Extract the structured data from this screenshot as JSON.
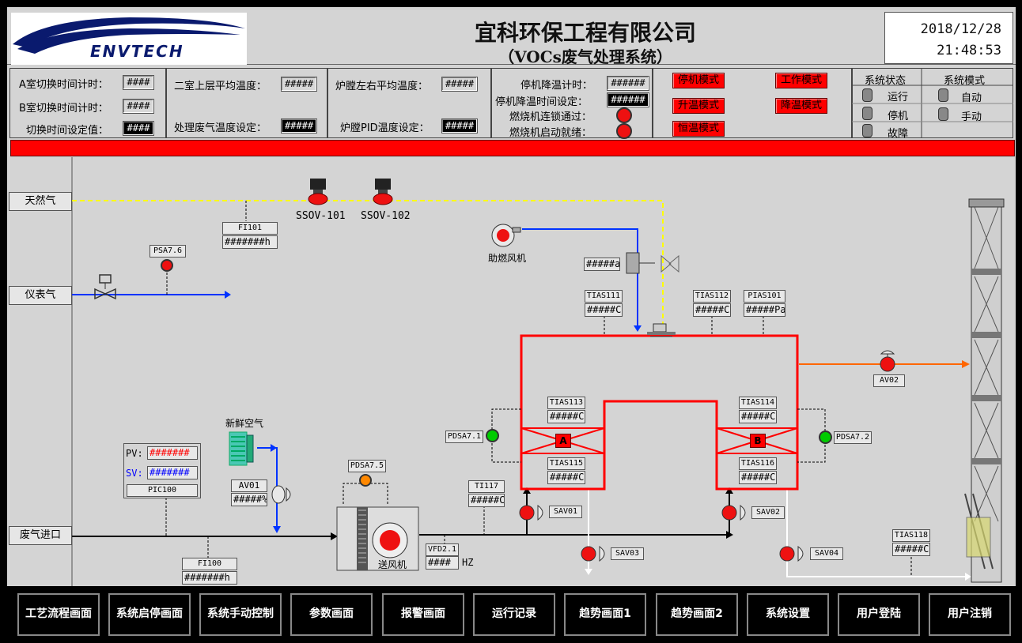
{
  "header": {
    "logo_text": "ENVTECH",
    "title": "宜科环保工程有限公司",
    "subtitle": "（VOCs废气处理系统）",
    "date": "2018/12/28",
    "time": "21:48:53"
  },
  "status": {
    "a_switch_timer_label": "A室切换时间计时：",
    "a_switch_timer": "####",
    "b_switch_timer_label": "B室切换时间计时：",
    "b_switch_timer": "####",
    "switch_setting_label": "切换时间设定值：",
    "switch_setting": "####",
    "upper_avg_temp_label": "二室上层平均温度：",
    "upper_avg_temp": "#####",
    "waste_temp_set_label": "处理废气温度设定：",
    "waste_temp_set": "#####",
    "furnace_avg_temp_label": "炉膛左右平均温度：",
    "furnace_avg_temp": "#####",
    "furnace_pid_label": "炉膛PID温度设定：",
    "furnace_pid": "#####",
    "stop_cool_timer_label": "停机降温计时：",
    "stop_cool_timer": "######",
    "stop_cool_set_label": "停机降温时间设定：",
    "stop_cool_set": "######",
    "burner_interlock_label": "燃烧机连锁通过：",
    "burner_ready_label": "燃烧机启动就绪：",
    "mode_stop": "停机模式",
    "mode_work": "工作模式",
    "mode_heat": "升温模式",
    "mode_cool": "降温模式",
    "mode_const": "恒温模式",
    "sys_state_title": "系统状态",
    "sys_mode_title": "系统模式",
    "state_run": "运行",
    "state_stop": "停机",
    "state_fault": "故障",
    "mode_auto": "自动",
    "mode_manual": "手动"
  },
  "process": {
    "natural_gas": "天然气",
    "instrument_air": "仪表气",
    "waste_inlet": "废气进口",
    "fresh_air": "新鲜空气",
    "ssov101": "SSOV-101",
    "ssov102": "SSOV-102",
    "fi101": "FI101",
    "fi101_val": "#######h",
    "psa76": "PSA7.6",
    "combustion_fan": "助燃风机",
    "burner_val": "#####a",
    "tias111": "TIAS111",
    "tias111_val": "#####C",
    "tias112": "TIAS112",
    "tias112_val": "#####C",
    "pias101": "PIAS101",
    "pias101_val": "#####Pa",
    "tias113": "TIAS113",
    "tias113_val": "#####C",
    "tias114": "TIAS114",
    "tias114_val": "#####C",
    "tias115": "TIAS115",
    "tias115_val": "#####C",
    "tias116": "TIAS116",
    "tias116_val": "#####C",
    "bed_a": "A",
    "bed_b": "B",
    "pdsa71": "PDSA7.1",
    "pdsa72": "PDSA7.2",
    "pdsa75": "PDSA7.5",
    "av02": "AV02",
    "av01": "AV01",
    "av01_val": "#####%",
    "pv_label": "PV:",
    "pv_val": "#######",
    "sv_label": "SV:",
    "sv_val": "#######",
    "pic100": "PIC100",
    "fi100": "FI100",
    "fi100_val": "#######h",
    "ti117": "TI117",
    "ti117_val": "#####C",
    "vfd": "VFD2.1",
    "vfd_val": "####",
    "vfd_unit": "HZ",
    "supply_fan": "送风机",
    "sav01": "SAV01",
    "sav02": "SAV02",
    "sav03": "SAV03",
    "sav04": "SAV04",
    "tias118": "TIAS118",
    "tias118_val": "#####C"
  },
  "nav": [
    "工艺流程画面",
    "系统启停画面",
    "系统手动控制",
    "参数画面",
    "报警画面",
    "运行记录",
    "趋势画面1",
    "趋势画面2",
    "系统设置",
    "用户登陆",
    "用户注销"
  ],
  "colors": {
    "alarm_red": "#ff0000",
    "gas_line": "#ffff00",
    "air_line": "#0033ff",
    "exhaust_line": "#ff6600",
    "ok_green": "#00cc00"
  }
}
